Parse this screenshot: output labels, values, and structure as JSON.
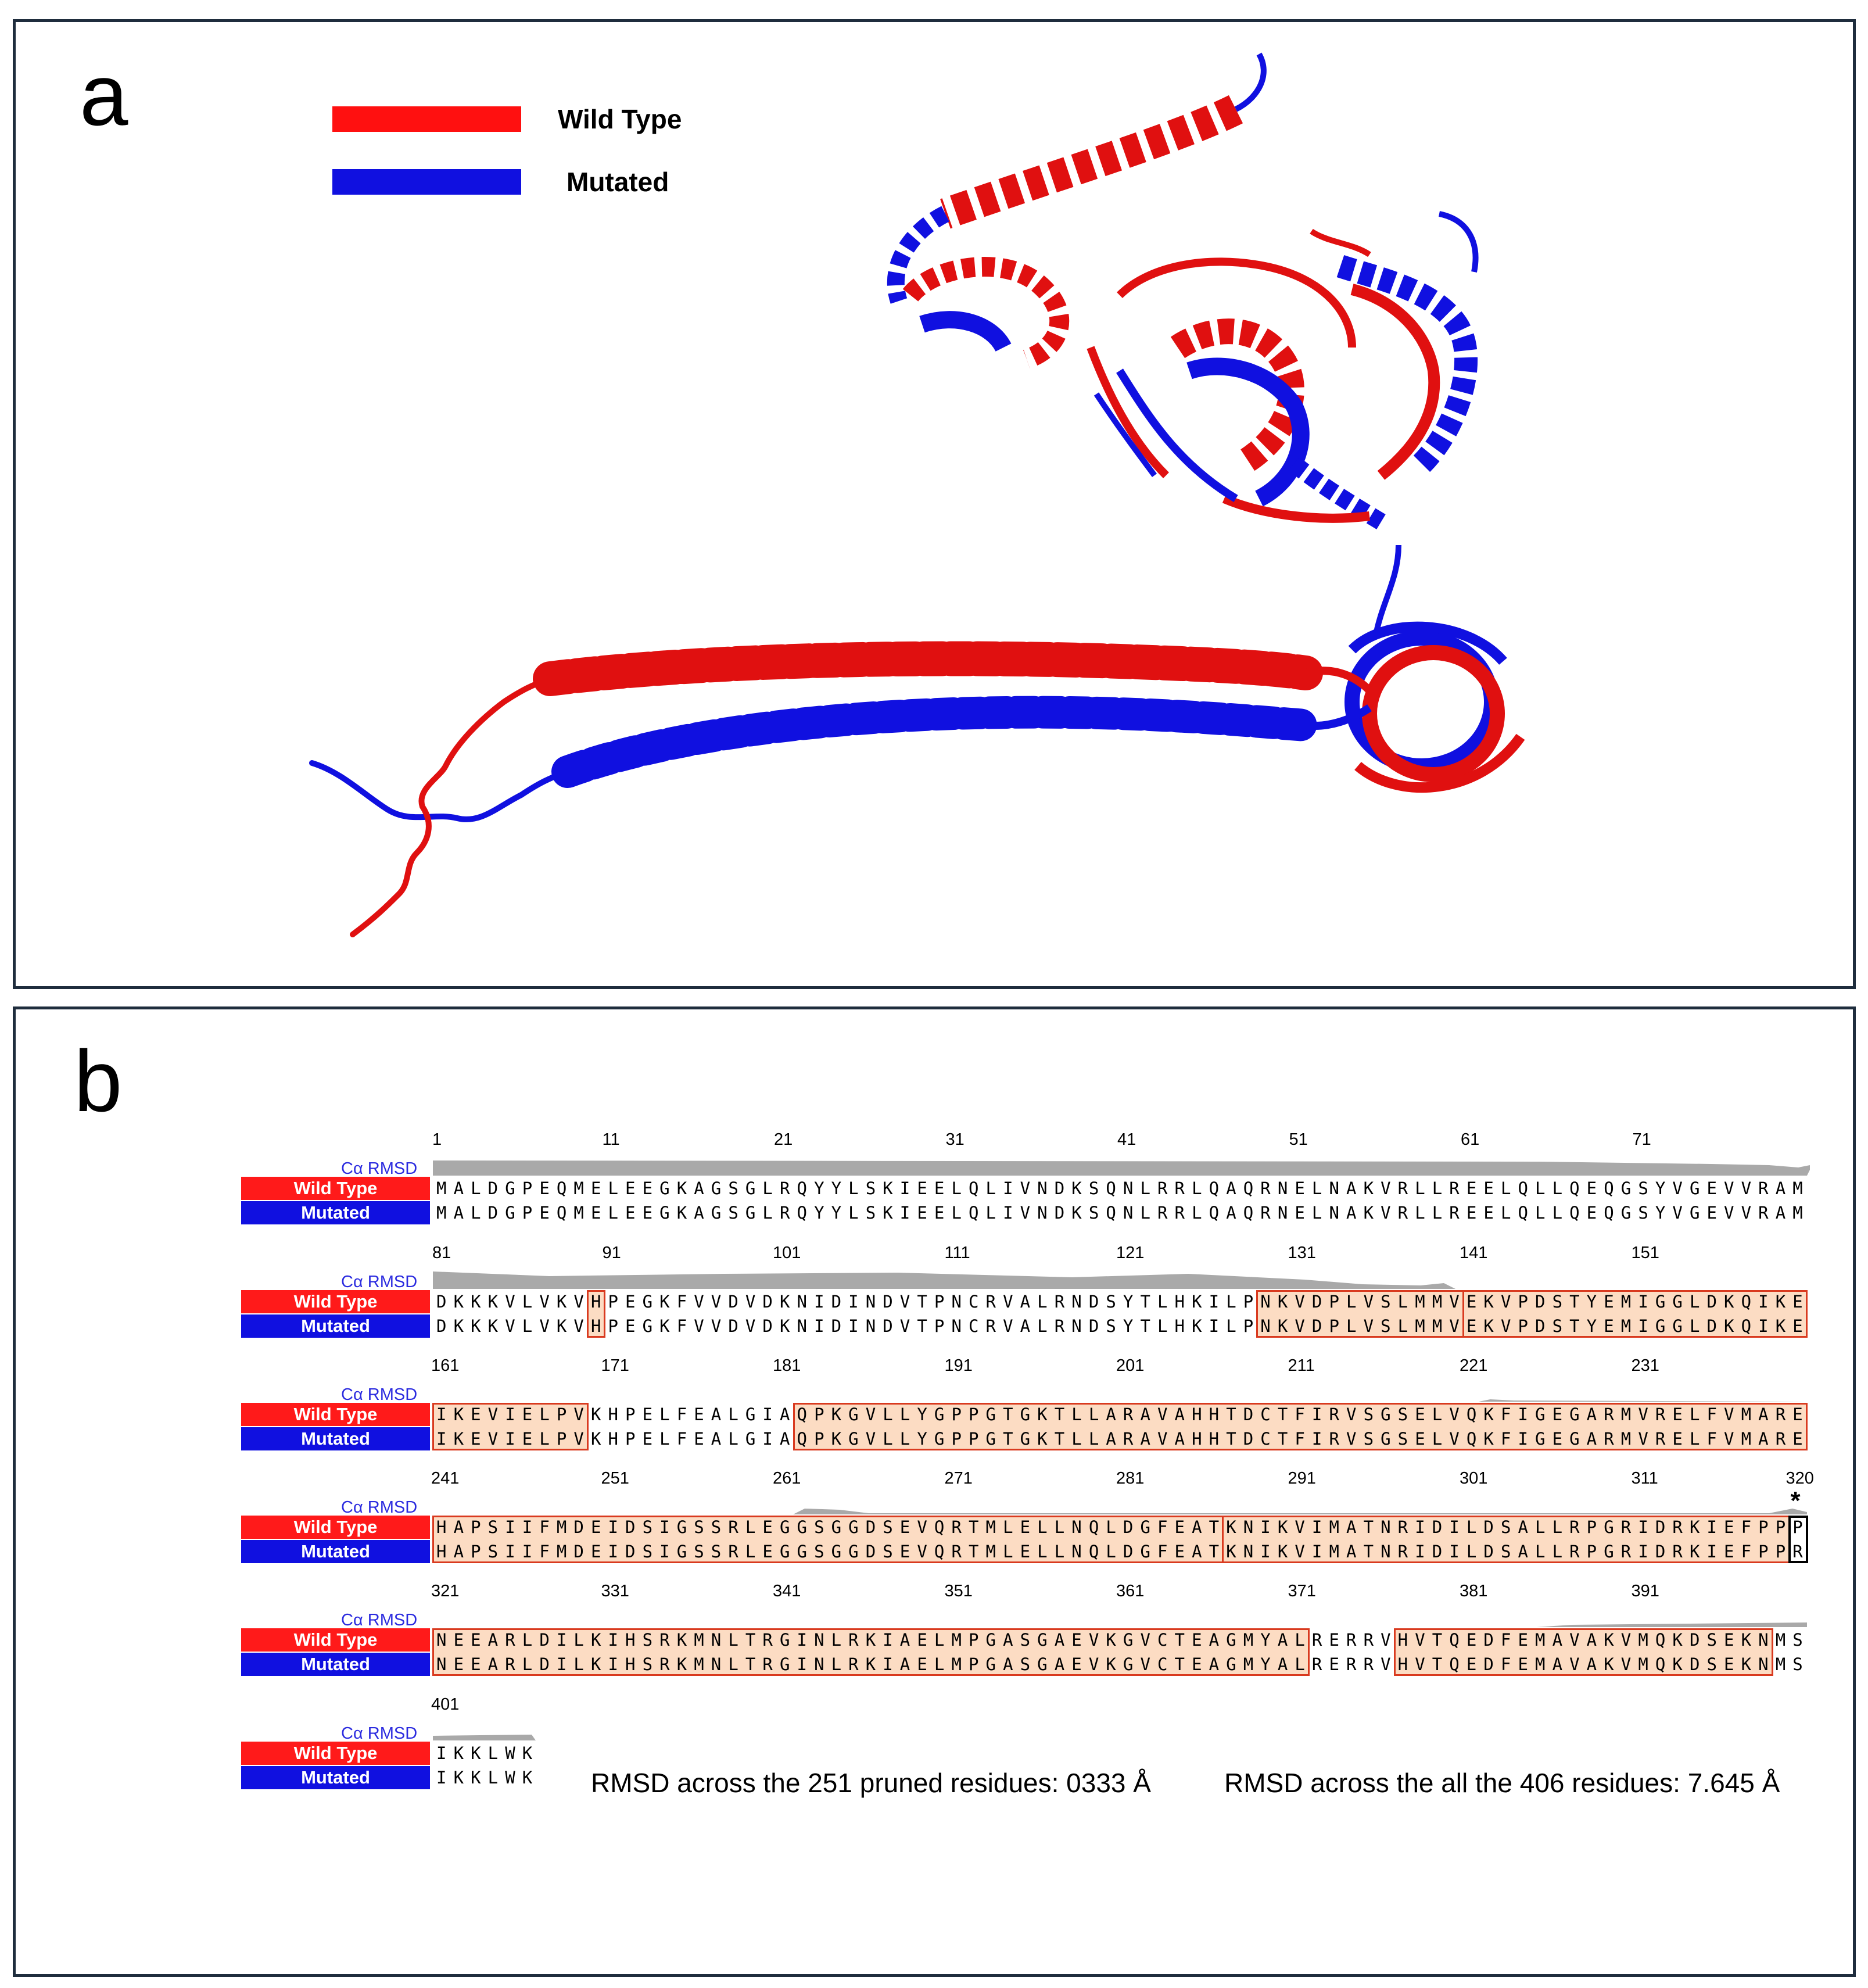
{
  "panel_a": {
    "letter": "a",
    "legend": [
      {
        "label": "Wild Type",
        "color": "#ff1010"
      },
      {
        "label": "Mutated",
        "color": "#1010e0"
      }
    ]
  },
  "panel_b": {
    "letter": "b",
    "rmsd_label": "Cα RMSD",
    "wt_label": "Wild Type",
    "mut_label": "Mutated",
    "highlight_fill": "#fcdcc3",
    "highlight_border": "#d93a1f",
    "blocks": [
      {
        "ticks": [
          "1",
          "11",
          "21",
          "31",
          "41",
          "51",
          "61",
          "71"
        ],
        "wt": "MALDGPEQMELEEGKAGSGLRQYYLSKIEELQLIVNDKSQNLRRLQAQRNELNAKVRLLREELQLLQEQGSYVGEVVRAM",
        "mut": "MALDGPEQMELEEGKAGSGLRQYYLSKIEELQLIVNDKSQNLRRLQAQRNELNAKVRLLREELQLLQEQGSYVGEVVRAM"
      },
      {
        "ticks": [
          "81",
          "91",
          "101",
          "111",
          "121",
          "131",
          "141",
          "151"
        ],
        "wt": "DKKKVLVKVHPEGKFVVDVDKNIDINDVTPNCRVALRNDSYTLHKILPNKVDPLVSLMMVEKVPDSTYEMIGGLDKQIKE",
        "mut": "DKKKVLVKVHPEGKFVVDVDKNIDINDVTPNCRVALRNDSYTLHKILPNKVDPLVSLMMVEKVPDSTYEMIGGLDKQIKE"
      },
      {
        "ticks": [
          "161",
          "171",
          "181",
          "191",
          "201",
          "211",
          "221",
          "231"
        ],
        "wt": "IKEVIELPVKHPELFEALGIAQPKGVLLYGPPGTGKTLLARAVAHHTDCTFIRVSGSELVQKFIGEGARMVRELFVMARE",
        "mut": "IKEVIELPVKHPELFEALGIAQPKGVLLYGPPGTGKTLLARAVAHHTDCTFIRVSGSELVQKFIGEGARMVRELFVMARE"
      },
      {
        "ticks": [
          "241",
          "251",
          "261",
          "271",
          "281",
          "291",
          "301",
          "311",
          "320"
        ],
        "marker": "*",
        "wt": "HAPSIIFMDEIDSIGSSRLEGGSGGDSEVQRTMLELLNQLDGFEATKNIKVIMATNRIDILDSALLRPGRIDRKIEFPPP",
        "mut": "HAPSIIFMDEIDSIGSSRLEGGSGGDSEVQRTMLELLNQLDGFEATKNIKVIMATNRIDILDSALLRPGRIDRKIEFPPR"
      },
      {
        "ticks": [
          "321",
          "331",
          "341",
          "351",
          "361",
          "371",
          "381",
          "391"
        ],
        "wt": "NEEARLDILKIHSRKMNLTRGINLRKIAELMPGASGAEVKGVCTEAGMYALRERRVHVTQEDFEMAVAKVMQKDSEKNMS",
        "mut": "NEEARLDILKIHSRKMNLTRGINLRKIAELMPGASGAEVKGVCTEAGMYALRERRVHVTQEDFEMAVAKVMQKDSEKNMS"
      },
      {
        "ticks": [
          "401"
        ],
        "wt": "IKKLWK",
        "mut": "IKKLWK"
      }
    ],
    "summary_pruned": "RMSD across the 251 pruned residues: 0333 Å",
    "summary_all": "RMSD across the all the 406 residues: 7.645 Å"
  }
}
